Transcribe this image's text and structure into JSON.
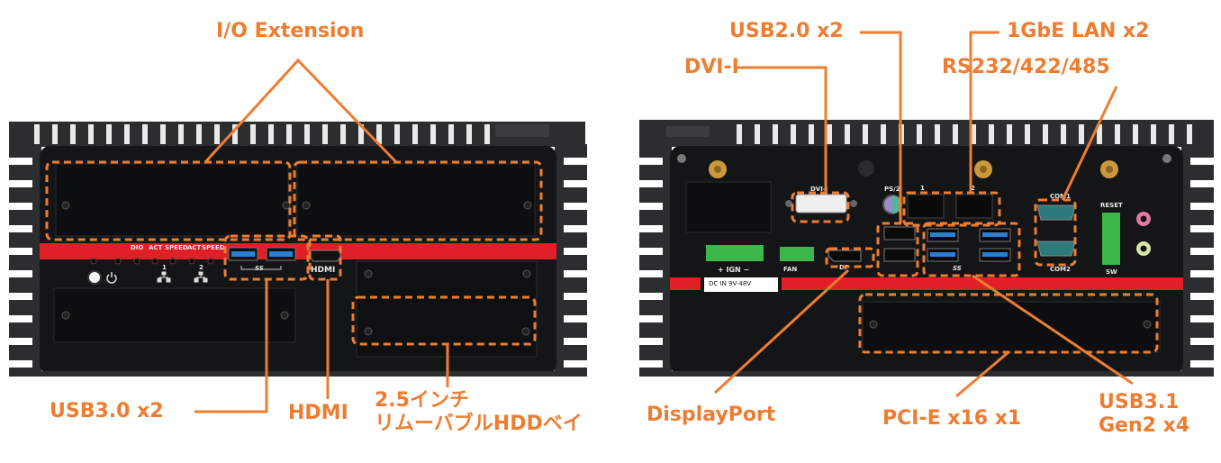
{
  "front_view": {
    "callouts": {
      "io_extension": "I/O Extension",
      "usb30": "USB3.0 x2",
      "hdmi": "HDMI",
      "hdd_bay_line1": "2.5インチ",
      "hdd_bay_line2": "リムーバブルHDDベイ"
    },
    "panel_labels": {
      "led_dio": "DIO",
      "led_act1": "ACT",
      "led_speed1": "SPEED",
      "led_act2": "ACT",
      "led_speed2": "SPEED",
      "lan1_num": "1",
      "lan2_num": "2",
      "usb_logo": "SS",
      "hdmi_logo": "HDMI"
    }
  },
  "rear_view": {
    "callouts": {
      "usb20": "USB2.0 x2",
      "dvi": "DVI-I",
      "lan": "1GbE LAN x2",
      "serial": "RS232/422/485",
      "displayport": "DisplayPort",
      "pcie": "PCI-E x16 x1",
      "usb31_line1": "USB3.1",
      "usb31_line2": "Gen2 x4"
    },
    "panel_labels": {
      "dvi": "DVI-I",
      "ps2": "PS/2",
      "ign": "+  IGN  −",
      "fan": "FAN",
      "dc_in": "DC IN 9V-48V",
      "dp": "DP",
      "com1": "COM1",
      "com2": "COM2",
      "reset": "RESET",
      "sw": "SW",
      "lan1_num": "1",
      "lan2_num": "2",
      "usb_logo": "SS"
    }
  },
  "colors": {
    "accent_orange": "#ee7d31",
    "chassis": "#1b1d1f",
    "stripe_red": "#e01f26",
    "terminal_green": "#3cb54a"
  }
}
